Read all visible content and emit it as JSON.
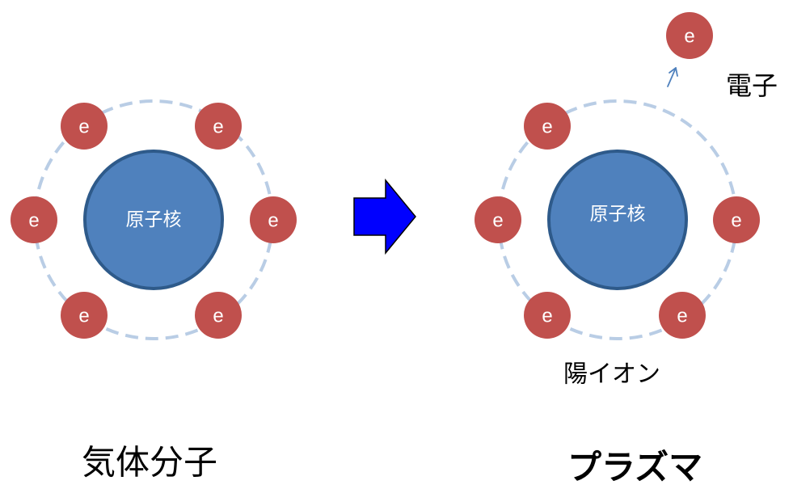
{
  "colors": {
    "electron": "#c0504d",
    "nucleus": "#4f81bd",
    "nucleus_stroke": "#2e5a8a",
    "orbit": "#b9cde5",
    "arrow_fill": "#0000ff",
    "arrow_stroke": "#000000",
    "small_arrow": "#4f81bd"
  },
  "electron_label": "e",
  "gas": {
    "nucleus_label": "原子核",
    "caption": "気体分子",
    "electron_count": 6
  },
  "plasma": {
    "nucleus_label": "原子核",
    "caption": "プラズマ",
    "ion_label": "陽イオン",
    "free_electron_label": "電子",
    "orbit_electron_count": 5
  },
  "transition_arrow": "block-arrow-right-icon"
}
